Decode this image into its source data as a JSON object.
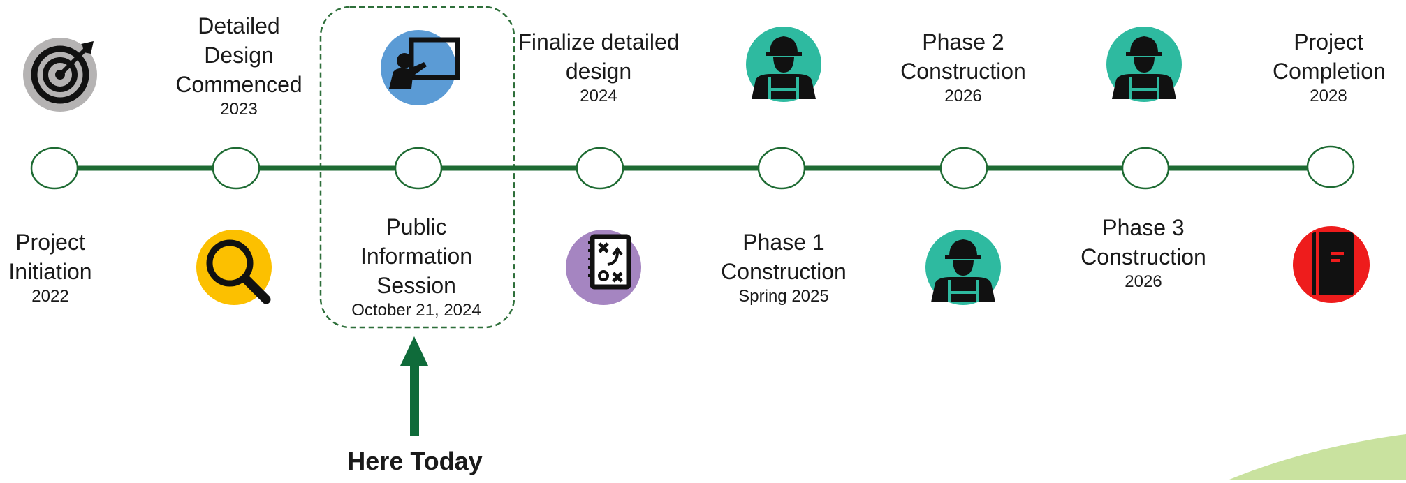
{
  "milestones": [
    {
      "title": "Project Initiation",
      "date": "2022",
      "icon": "target-icon",
      "position": "below"
    },
    {
      "title": "Detailed Design Commenced",
      "date": "2023",
      "icon": "magnifier-icon",
      "position": "above"
    },
    {
      "title": "Public Information Session",
      "date": "October 21, 2024",
      "icon": "presentation-icon",
      "position": "below",
      "current": true
    },
    {
      "title": "Finalize detailed design",
      "date": "2024",
      "icon": "strategy-plan-icon",
      "position": "above"
    },
    {
      "title": "Phase 1 Construction",
      "date": "Spring 2025",
      "icon": "construction-worker-icon",
      "position": "below"
    },
    {
      "title": "Phase 2 Construction",
      "date": "2026",
      "icon": "construction-worker-icon",
      "position": "above"
    },
    {
      "title": "Phase 3 Construction",
      "date": "2026",
      "icon": "construction-worker-icon",
      "position": "below"
    },
    {
      "title": "Project Completion",
      "date": "2028",
      "icon": "book-icon",
      "position": "above"
    }
  ],
  "marker": {
    "label": "Here Today"
  },
  "colors": {
    "line": "#1e6b33",
    "arrow": "#0f6b3a",
    "highlight_border": "#2e6f3a",
    "target": "#b5b3b3",
    "search": "#fcc000",
    "presentation": "#5b9bd5",
    "plan": "#a585c1",
    "worker": "#2ebaa0",
    "book": "#ee1c1c",
    "decor": "#c9e29f"
  }
}
